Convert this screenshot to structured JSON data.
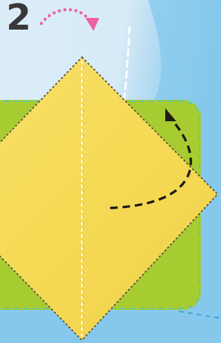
{
  "step": {
    "number": "2"
  },
  "colors": {
    "background_blue": "#86c8ec",
    "background_light": "#e3f0f9",
    "green_card": "#a6cc31",
    "green_card_dash": "#5ec8a8",
    "paper_yellow": "#f6dc5a",
    "paper_edge_dash": "#5a5540",
    "fold_line": "#ffffff",
    "fold_arrow": "#1e1a14",
    "hint_arrow": "#ef5fa3",
    "step_number": "#3a3838"
  },
  "icons": {
    "hint_arrow": "curved-dotted-arrow",
    "fold_arrow": "curved-dashed-fold-arrow"
  }
}
